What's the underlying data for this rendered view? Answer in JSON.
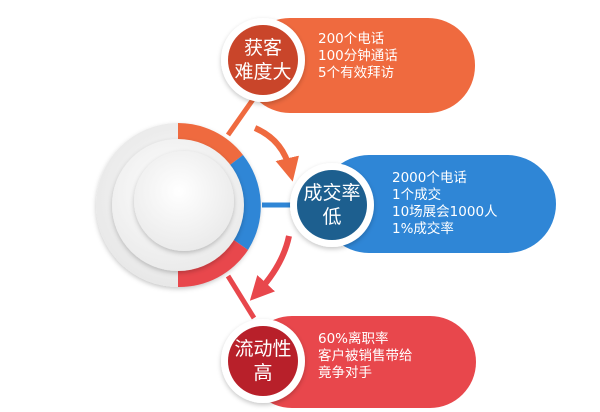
{
  "items": [
    {
      "title": "获客\n难度大",
      "details": [
        "200个电话",
        "100分钟通话",
        "5个有效拜访"
      ],
      "color": "#ef6a3f",
      "circle_color": "#c9452a"
    },
    {
      "title": "成交率\n低",
      "details": [
        "2000个电话",
        "1个成交",
        "10场展会1000人",
        "1%成交率"
      ],
      "color": "#2f86d6",
      "circle_color": "#1d5f8f"
    },
    {
      "title": "流动性\n高",
      "details": [
        "60%离职率",
        "客户被销售带给",
        "竟争对手"
      ],
      "color": "#e8474c",
      "circle_color": "#b8202a"
    }
  ],
  "colors": {
    "disc": "#eeeeee",
    "disc_inner": "#f7f7f7",
    "arrow_top": "#ef6a3f",
    "arrow_bottom": "#e8474c"
  }
}
